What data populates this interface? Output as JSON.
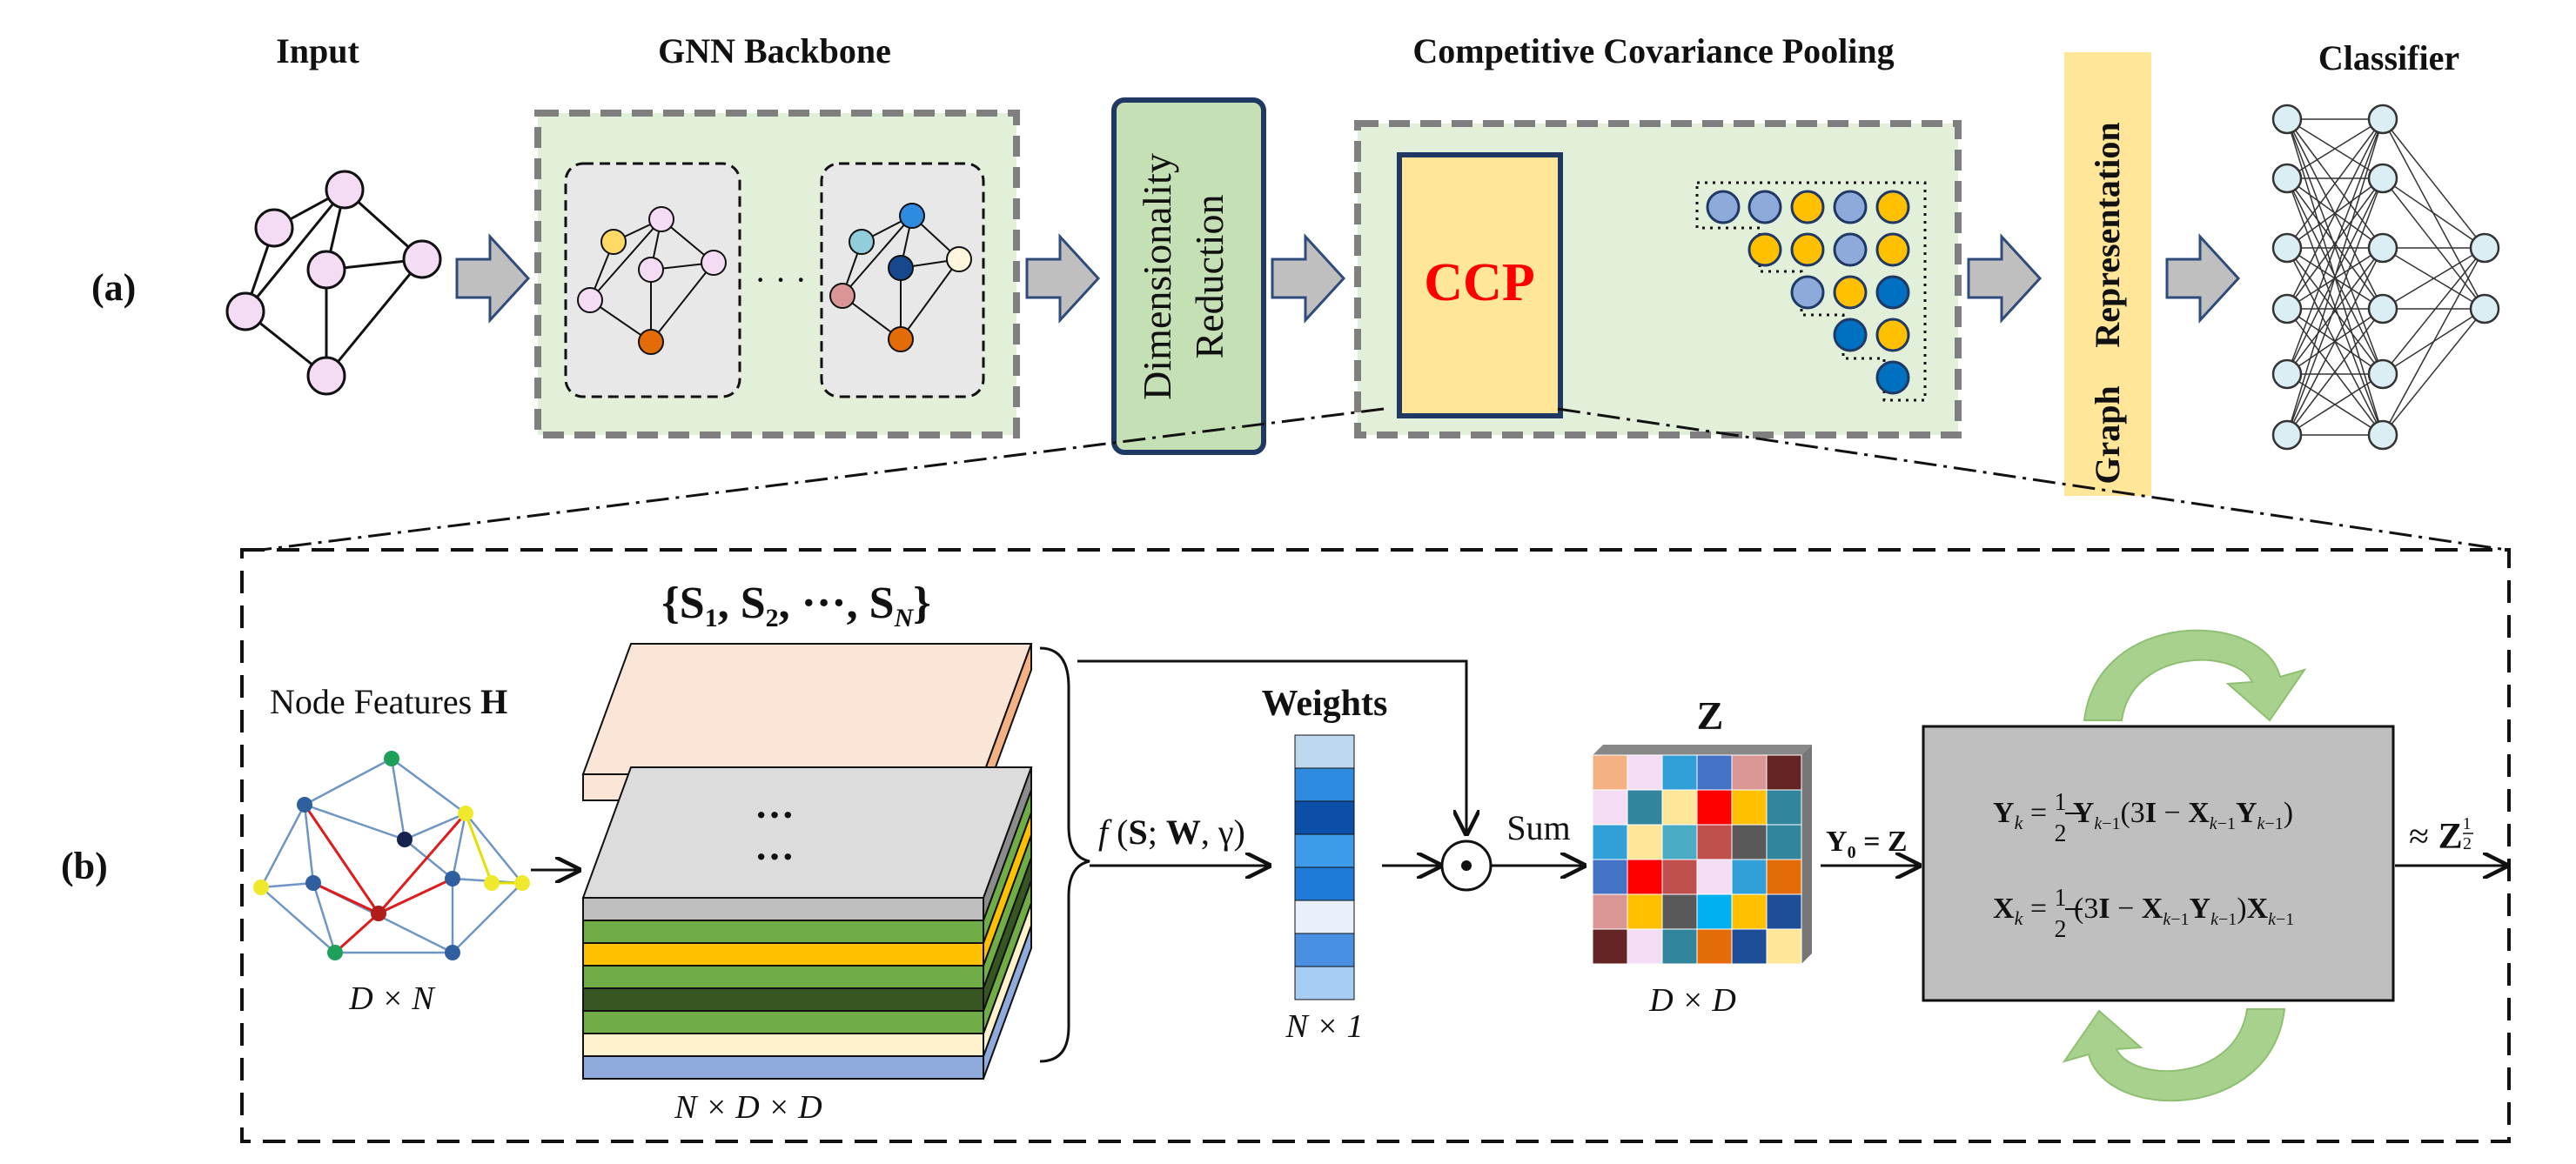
{
  "panel_a": {
    "label": "(a)",
    "input_title": "Input",
    "gnn_title": "GNN Backbone",
    "gnn_ellipsis": "· · ·",
    "dim_red_line1": "Dimensionality",
    "dim_red_line2": "Reduction",
    "ccp_title": "Competitive Covariance Pooling",
    "ccp_label": "CCP",
    "graph_rep_line1": "Graph",
    "graph_rep_line2": "Representation",
    "classifier_title": "Classifier"
  },
  "panel_b": {
    "label": "(b)",
    "node_features": "Node Features",
    "node_features_symbol": "H",
    "dxn": "D × N",
    "set_label": "{S₁, S₂, ⋯, S_N}",
    "stack_ellipsis": "···",
    "ndd": "N × D × D",
    "fn_label": "f(S; W, γ)",
    "weights_title": "Weights",
    "nx1": "N × 1",
    "sum_label": "Sum",
    "odot": "⊙",
    "z_title": "Z",
    "dxd": "D × D",
    "y0_label": "Y₀ = Z",
    "eq1": "Y_k = ½ Y_{k−1}(3I − X_{k−1}Y_{k−1})",
    "eq2": "X_k = ½ (3I − X_{k−1}Y_{k−1})X_{k−1}",
    "approx_label": "≈ Z^{1/2}"
  },
  "colors": {
    "green_panel": "#e2efd9",
    "dark_green_box": "#c5e0b4",
    "ccp_yellow": "#ffe699",
    "ccp_text": "#ff0000",
    "node_pink": "#f4dcf4",
    "node_blue": "#dbeef4",
    "arrow_gray": "#bfbfbf",
    "arrow_outline": "#2f4b7c",
    "eq_box": "#bfbfbf",
    "cycle_arrow": "#a9d18e"
  }
}
